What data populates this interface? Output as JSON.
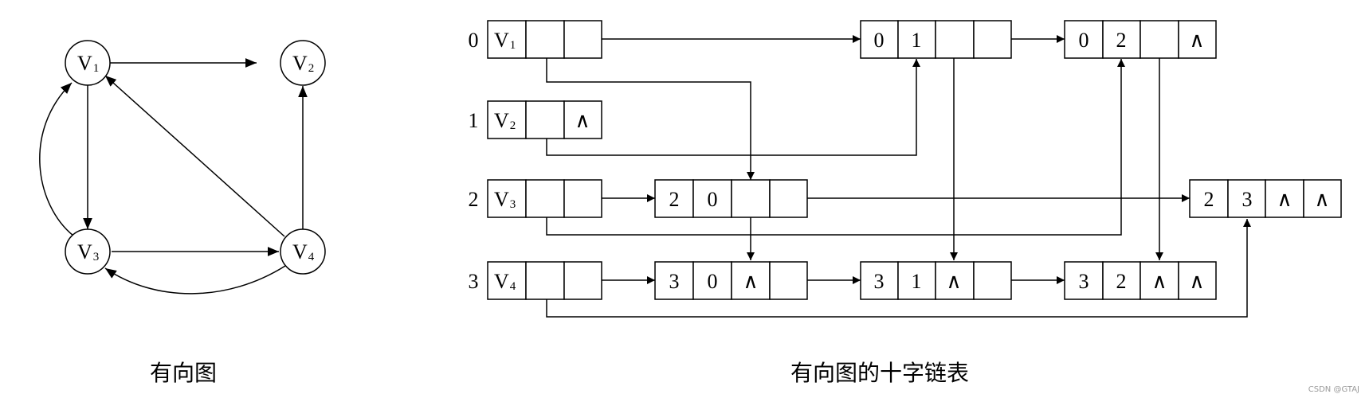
{
  "graph": {
    "caption": "有向图",
    "nodes": [
      {
        "id": "V1",
        "letter": "V",
        "sub": "1"
      },
      {
        "id": "V2",
        "letter": "V",
        "sub": "2"
      },
      {
        "id": "V3",
        "letter": "V",
        "sub": "3"
      },
      {
        "id": "V4",
        "letter": "V",
        "sub": "4"
      }
    ],
    "edges": [
      {
        "from": "V1",
        "to": "V2"
      },
      {
        "from": "V1",
        "to": "V3"
      },
      {
        "from": "V3",
        "to": "V1"
      },
      {
        "from": "V3",
        "to": "V4"
      },
      {
        "from": "V4",
        "to": "V1"
      },
      {
        "from": "V4",
        "to": "V2"
      },
      {
        "from": "V4",
        "to": "V3"
      }
    ]
  },
  "orthogonal_list": {
    "caption": "有向图的十字链表",
    "vertices": [
      {
        "index": "0",
        "letter": "V",
        "sub": "1"
      },
      {
        "index": "1",
        "letter": "V",
        "sub": "2",
        "first_out": "∧"
      },
      {
        "index": "2",
        "letter": "V",
        "sub": "3"
      },
      {
        "index": "3",
        "letter": "V",
        "sub": "4"
      }
    ],
    "arcs": [
      {
        "tail": "0",
        "head": "1",
        "hlink": "",
        "tlink": ""
      },
      {
        "tail": "0",
        "head": "2",
        "hlink": "",
        "tlink": "∧"
      },
      {
        "tail": "2",
        "head": "0",
        "hlink": "",
        "tlink": ""
      },
      {
        "tail": "2",
        "head": "3",
        "hlink": "∧",
        "tlink": "∧"
      },
      {
        "tail": "3",
        "head": "0",
        "hlink": "∧",
        "tlink": ""
      },
      {
        "tail": "3",
        "head": "1",
        "hlink": "∧",
        "tlink": ""
      },
      {
        "tail": "3",
        "head": "2",
        "hlink": "∧",
        "tlink": "∧"
      }
    ]
  },
  "watermark": "CSDN @GTAJ"
}
